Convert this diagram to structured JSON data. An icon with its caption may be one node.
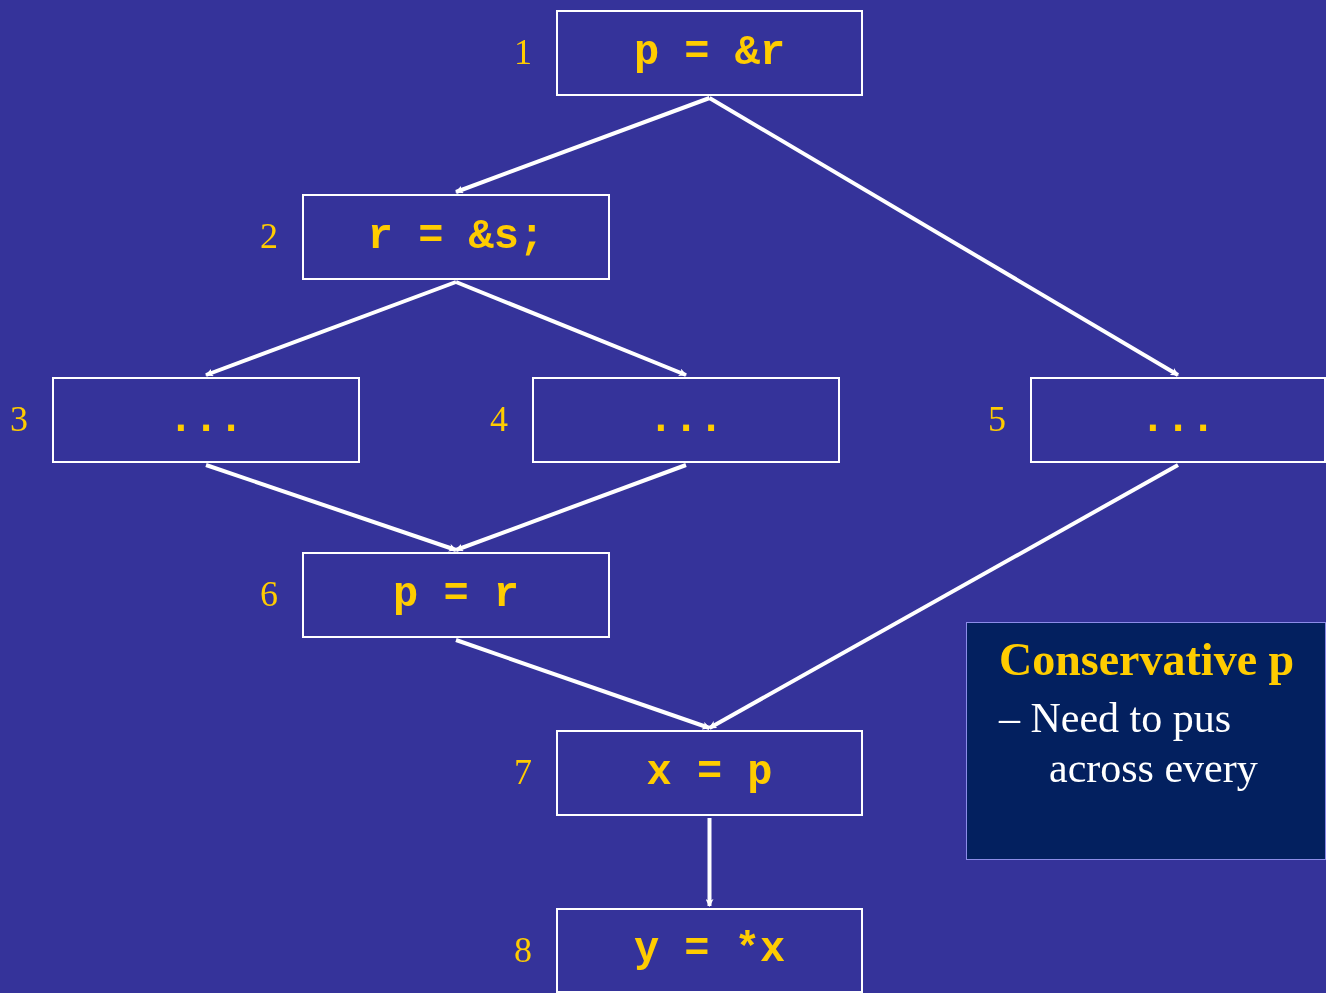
{
  "diagram": {
    "nodes": [
      {
        "text": [
          "p = &r"
        ],
        "beside": [
          "1"
        ]
      },
      {
        "text": [
          "r = &s;"
        ],
        "beside": [
          "2"
        ]
      },
      {
        "text": [
          "..."
        ],
        "beside": [
          "3"
        ]
      },
      {
        "text": [
          "..."
        ],
        "beside": [
          "4"
        ]
      },
      {
        "text": [
          "..."
        ],
        "beside": [
          "5"
        ]
      },
      {
        "text": [
          "p = r"
        ],
        "beside": [
          "6"
        ]
      },
      {
        "text": [
          "x = p"
        ],
        "beside": [
          "7"
        ]
      },
      {
        "text": [
          "y = *x"
        ],
        "beside": [
          "8"
        ]
      },
      {
        "text": [
          "Conservative p",
          "– Need to pus across every"
        ]
      }
    ],
    "edges": [
      {
        "from": 0,
        "to": 1,
        "arrow": "to"
      },
      {
        "from": 0,
        "to": 4,
        "arrow": "to"
      },
      {
        "from": 1,
        "to": 2,
        "arrow": "to"
      },
      {
        "from": 1,
        "to": 3,
        "arrow": "to"
      },
      {
        "from": 2,
        "to": 5,
        "arrow": "to"
      },
      {
        "from": 3,
        "to": 5,
        "arrow": "to"
      },
      {
        "from": 4,
        "to": 6,
        "arrow": "to"
      },
      {
        "from": 5,
        "to": 6,
        "arrow": "to"
      },
      {
        "from": 6,
        "to": 7,
        "arrow": "to"
      }
    ]
  }
}
